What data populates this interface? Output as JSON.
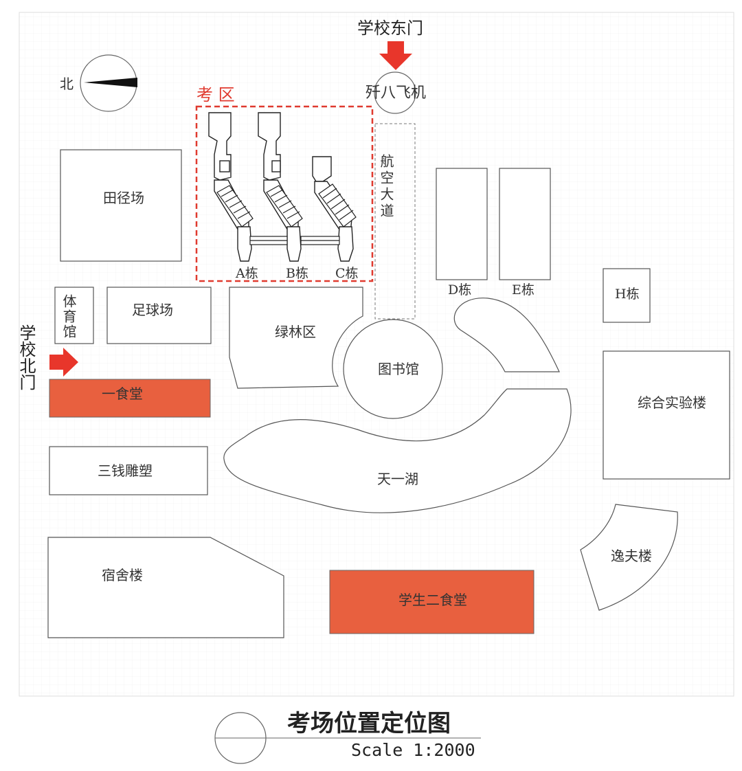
{
  "map": {
    "title": "考场位置定位图",
    "scale": "Scale 1:2000",
    "compass_label": "北",
    "east_gate": "学校东门",
    "north_gate": "学校北门",
    "exam_zone": "考 区",
    "plane": "歼八飞机",
    "avenue": "航空大道",
    "buildings": {
      "track": "田径场",
      "gym": "体育馆",
      "football": "足球场",
      "canteen1": "一食堂",
      "sculpture": "三钱雕塑",
      "dorm": "宿舍楼",
      "canteen2": "学生二食堂",
      "green": "绿林区",
      "library": "图书馆",
      "lake": "天一湖",
      "lab": "综合实验楼",
      "yifu": "逸夫楼",
      "a": "A栋",
      "b": "B栋",
      "c": "C栋",
      "d": "D栋",
      "e": "E栋",
      "h": "H栋"
    },
    "colors": {
      "canteen": "#e8603f",
      "exam_zone": "#e03a2f",
      "arrow": "#e8362b",
      "outline": "#555555"
    }
  }
}
